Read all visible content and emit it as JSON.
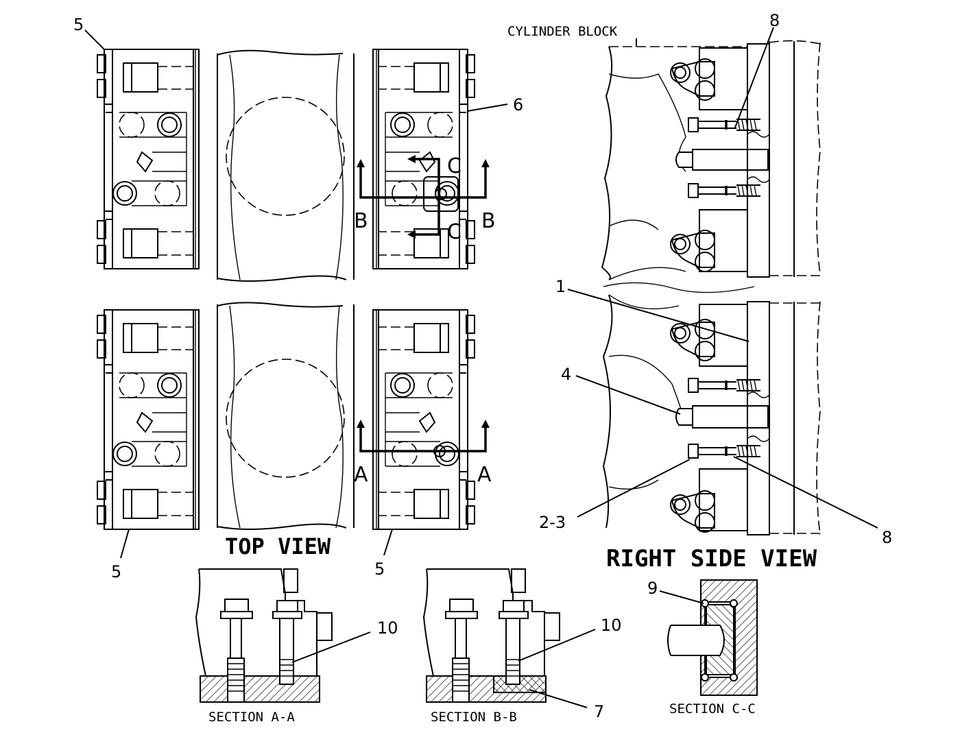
{
  "callouts": {
    "c5_top": "5",
    "c5_bottom_left": "5",
    "c5_bottom_mid": "5",
    "c6": "6",
    "c8_top": "8",
    "c8_bottom": "8",
    "c1": "1",
    "c4": "4",
    "c23": "2-3",
    "c9": "9",
    "c10_a": "10",
    "c10_b": "10",
    "c7": "7"
  },
  "section_markers": {
    "a_left": "A",
    "a_right": "A",
    "b_left": "B",
    "b_right": "B",
    "c_top": "C",
    "c_bottom": "C"
  },
  "labels": {
    "cylinder_block": "CYLINDER BLOCK",
    "top_view": "TOP VIEW",
    "right_side_view": "RIGHT SIDE VIEW",
    "section_aa": "SECTION A-A",
    "section_bb": "SECTION B-B",
    "section_cc": "SECTION C-C"
  }
}
